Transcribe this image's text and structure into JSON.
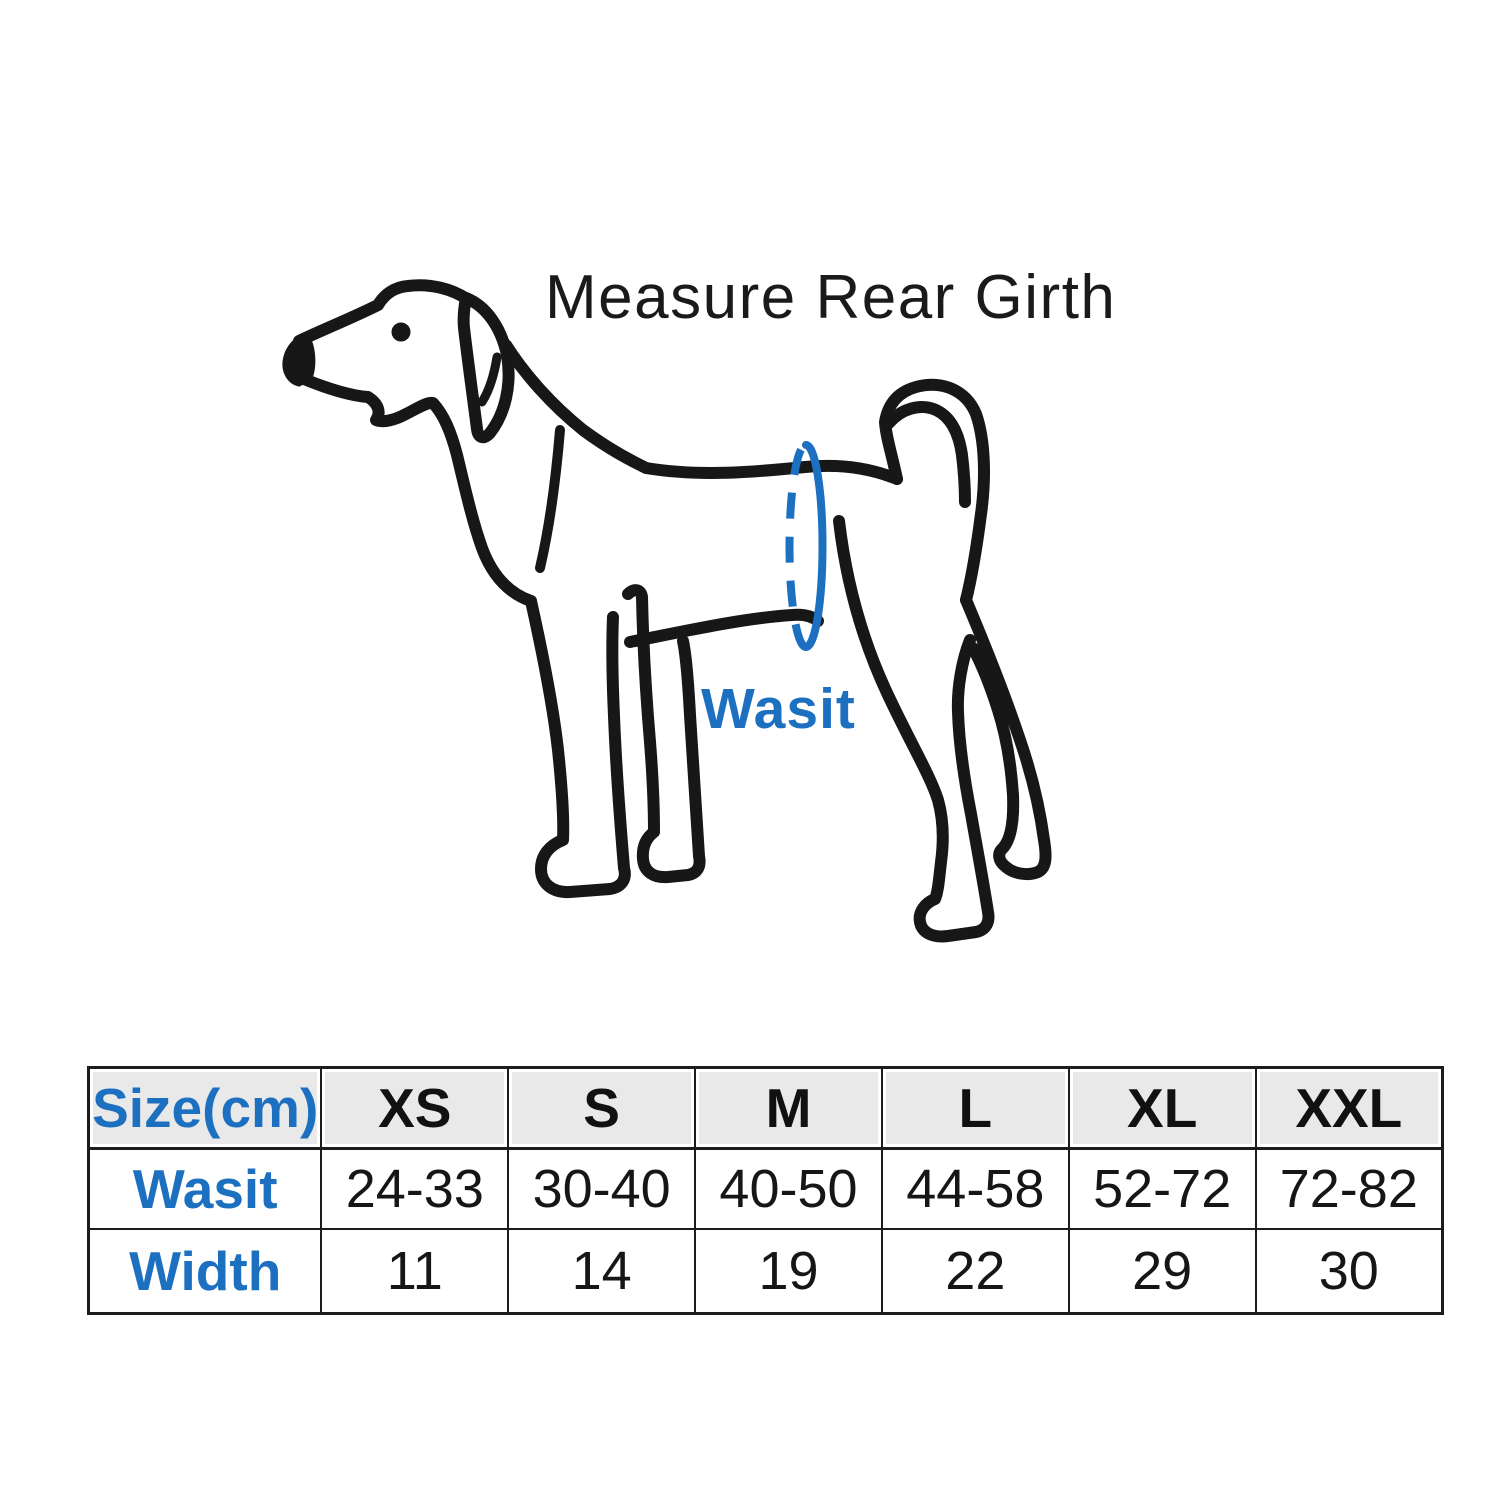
{
  "title": "Measure Rear Girth",
  "diagram": {
    "waist_label": "Wasit",
    "accent_blue": "#1d70c0",
    "line_color": "#171717"
  },
  "size_table": {
    "header_bg": "#e9e9e9",
    "headers": [
      "Size(cm)",
      "XS",
      "S",
      "M",
      "L",
      "XL",
      "XXL"
    ],
    "rows": [
      {
        "label": "Wasit",
        "values": [
          "24-33",
          "30-40",
          "40-50",
          "44-58",
          "52-72",
          "72-82"
        ]
      },
      {
        "label": "Width",
        "values": [
          "11",
          "14",
          "19",
          "22",
          "29",
          "30"
        ]
      }
    ]
  },
  "chart_data": {
    "type": "table",
    "title": "Measure Rear Girth",
    "units": "cm",
    "columns": [
      "Size(cm)",
      "XS",
      "S",
      "M",
      "L",
      "XL",
      "XXL"
    ],
    "rows": [
      [
        "Wasit",
        "24-33",
        "30-40",
        "40-50",
        "44-58",
        "52-72",
        "72-82"
      ],
      [
        "Width",
        "11",
        "14",
        "19",
        "22",
        "29",
        "30"
      ]
    ]
  }
}
